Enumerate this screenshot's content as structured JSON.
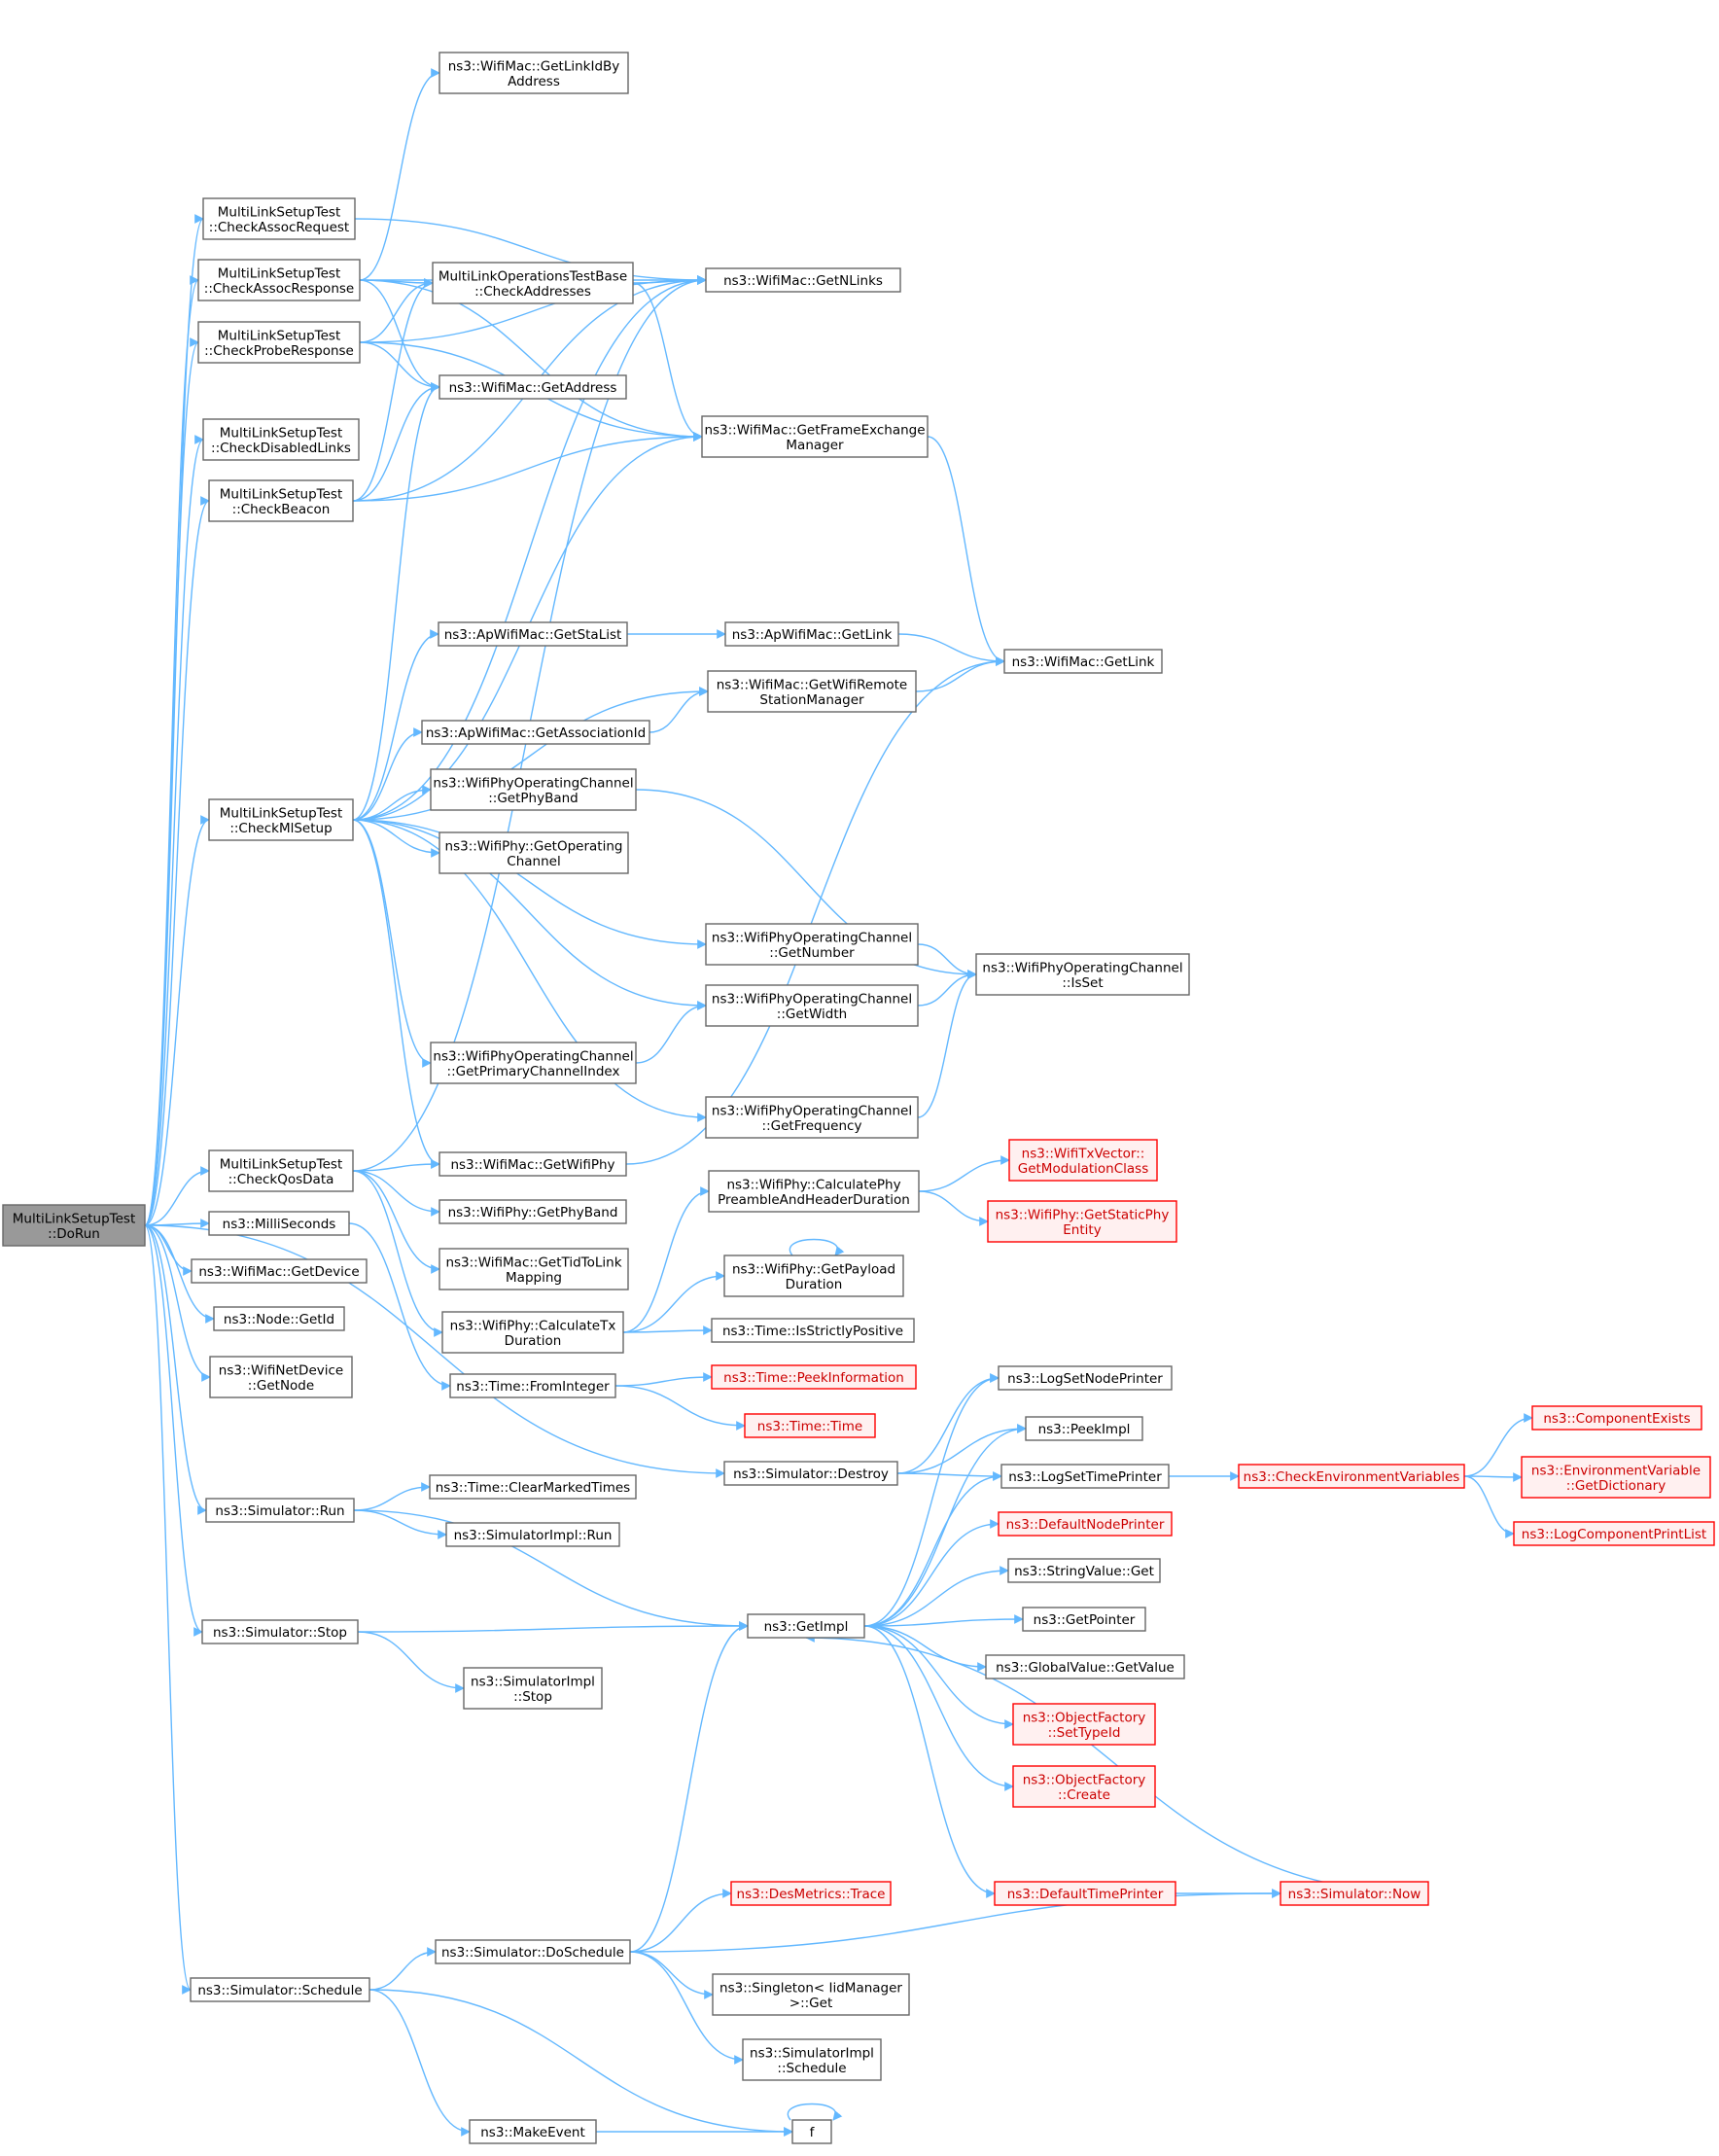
{
  "diagram": {
    "colors": {
      "edge": "#63b8ff",
      "border": "#666666",
      "root_fill": "#999999",
      "truncated_border": "#ff0000"
    },
    "nodes": [
      {
        "id": "doRun",
        "lines": [
          "MultiLinkSetupTest",
          "::DoRun"
        ],
        "style": "root"
      },
      {
        "id": "checkAssocRequest",
        "lines": [
          "MultiLinkSetupTest",
          "::CheckAssocRequest"
        ]
      },
      {
        "id": "checkAssocResponse",
        "lines": [
          "MultiLinkSetupTest",
          "::CheckAssocResponse"
        ]
      },
      {
        "id": "checkProbeResponse",
        "lines": [
          "MultiLinkSetupTest",
          "::CheckProbeResponse"
        ]
      },
      {
        "id": "checkDisabledLinks",
        "lines": [
          "MultiLinkSetupTest",
          "::CheckDisabledLinks"
        ]
      },
      {
        "id": "checkBeacon",
        "lines": [
          "MultiLinkSetupTest",
          "::CheckBeacon"
        ]
      },
      {
        "id": "checkMlSetup",
        "lines": [
          "MultiLinkSetupTest",
          "::CheckMlSetup"
        ]
      },
      {
        "id": "checkQosData",
        "lines": [
          "MultiLinkSetupTest",
          "::CheckQosData"
        ]
      },
      {
        "id": "milliSeconds",
        "lines": [
          "ns3::MilliSeconds"
        ]
      },
      {
        "id": "getDevice",
        "lines": [
          "ns3::WifiMac::GetDevice"
        ]
      },
      {
        "id": "nodeGetId",
        "lines": [
          "ns3::Node::GetId"
        ]
      },
      {
        "id": "netDevGetNode",
        "lines": [
          "ns3::WifiNetDevice",
          "::GetNode"
        ]
      },
      {
        "id": "simRun",
        "lines": [
          "ns3::Simulator::Run"
        ]
      },
      {
        "id": "simStop",
        "lines": [
          "ns3::Simulator::Stop"
        ]
      },
      {
        "id": "simSchedule",
        "lines": [
          "ns3::Simulator::Schedule"
        ]
      },
      {
        "id": "getLinkIdByAddress",
        "lines": [
          "ns3::WifiMac::GetLinkIdBy",
          "Address"
        ]
      },
      {
        "id": "checkAddresses",
        "lines": [
          "MultiLinkOperationsTestBase",
          "::CheckAddresses"
        ]
      },
      {
        "id": "getAddress",
        "lines": [
          "ns3::WifiMac::GetAddress"
        ]
      },
      {
        "id": "getStaList",
        "lines": [
          "ns3::ApWifiMac::GetStaList"
        ]
      },
      {
        "id": "getAssociationId",
        "lines": [
          "ns3::ApWifiMac::GetAssociationId"
        ]
      },
      {
        "id": "getPhyBandCh",
        "lines": [
          "ns3::WifiPhyOperatingChannel",
          "::GetPhyBand"
        ]
      },
      {
        "id": "getOperatingChannel",
        "lines": [
          "ns3::WifiPhy::GetOperating",
          "Channel"
        ]
      },
      {
        "id": "getPrimaryChannelIndex",
        "lines": [
          "ns3::WifiPhyOperatingChannel",
          "::GetPrimaryChannelIndex"
        ]
      },
      {
        "id": "getWifiPhy",
        "lines": [
          "ns3::WifiMac::GetWifiPhy"
        ]
      },
      {
        "id": "wifiPhyGetPhyBand",
        "lines": [
          "ns3::WifiPhy::GetPhyBand"
        ]
      },
      {
        "id": "getTidToLinkMapping",
        "lines": [
          "ns3::WifiMac::GetTidToLink",
          "Mapping"
        ]
      },
      {
        "id": "calculateTxDuration",
        "lines": [
          "ns3::WifiPhy::CalculateTx",
          "Duration"
        ]
      },
      {
        "id": "fromInteger",
        "lines": [
          "ns3::Time::FromInteger"
        ]
      },
      {
        "id": "clearMarkedTimes",
        "lines": [
          "ns3::Time::ClearMarkedTimes"
        ]
      },
      {
        "id": "simImplRun",
        "lines": [
          "ns3::SimulatorImpl::Run"
        ]
      },
      {
        "id": "simImplStop",
        "lines": [
          "ns3::SimulatorImpl",
          "::Stop"
        ]
      },
      {
        "id": "doSchedule",
        "lines": [
          "ns3::Simulator::DoSchedule"
        ]
      },
      {
        "id": "makeEvent",
        "lines": [
          "ns3::MakeEvent"
        ]
      },
      {
        "id": "getNLinks",
        "lines": [
          "ns3::WifiMac::GetNLinks"
        ]
      },
      {
        "id": "getFrameExchangeManager",
        "lines": [
          "ns3::WifiMac::GetFrameExchange",
          "Manager"
        ]
      },
      {
        "id": "apGetLink",
        "lines": [
          "ns3::ApWifiMac::GetLink"
        ]
      },
      {
        "id": "getWifiRemoteStationManager",
        "lines": [
          "ns3::WifiMac::GetWifiRemote",
          "StationManager"
        ]
      },
      {
        "id": "getNumber",
        "lines": [
          "ns3::WifiPhyOperatingChannel",
          "::GetNumber"
        ]
      },
      {
        "id": "getWidth",
        "lines": [
          "ns3::WifiPhyOperatingChannel",
          "::GetWidth"
        ]
      },
      {
        "id": "getFrequency",
        "lines": [
          "ns3::WifiPhyOperatingChannel",
          "::GetFrequency"
        ]
      },
      {
        "id": "calcPreamble",
        "lines": [
          "ns3::WifiPhy::CalculatePhy",
          "PreambleAndHeaderDuration"
        ]
      },
      {
        "id": "getPayloadDuration",
        "lines": [
          "ns3::WifiPhy::GetPayload",
          "Duration"
        ]
      },
      {
        "id": "isStrictlyPositive",
        "lines": [
          "ns3::Time::IsStrictlyPositive"
        ]
      },
      {
        "id": "peekInformation",
        "lines": [
          "ns3::Time::PeekInformation"
        ],
        "style": "truncated"
      },
      {
        "id": "timeTime",
        "lines": [
          "ns3::Time::Time"
        ],
        "style": "truncated"
      },
      {
        "id": "simDestroy",
        "lines": [
          "ns3::Simulator::Destroy"
        ]
      },
      {
        "id": "getImpl",
        "lines": [
          "ns3::GetImpl"
        ]
      },
      {
        "id": "desMetricsTrace",
        "lines": [
          "ns3::DesMetrics::Trace"
        ],
        "style": "truncated"
      },
      {
        "id": "singletonGet",
        "lines": [
          "ns3::Singleton< IidManager",
          ">::Get"
        ]
      },
      {
        "id": "simImplSchedule",
        "lines": [
          "ns3::SimulatorImpl",
          "::Schedule"
        ]
      },
      {
        "id": "f",
        "lines": [
          "f"
        ]
      },
      {
        "id": "wifiMacGetLink",
        "lines": [
          "ns3::WifiMac::GetLink"
        ]
      },
      {
        "id": "isSet",
        "lines": [
          "ns3::WifiPhyOperatingChannel",
          "::IsSet"
        ]
      },
      {
        "id": "getModulationClass",
        "lines": [
          "ns3::WifiTxVector::",
          "GetModulationClass"
        ],
        "style": "truncated"
      },
      {
        "id": "getStaticPhyEntity",
        "lines": [
          "ns3::WifiPhy::GetStaticPhy",
          "Entity"
        ],
        "style": "truncated"
      },
      {
        "id": "logSetNodePrinter",
        "lines": [
          "ns3::LogSetNodePrinter"
        ]
      },
      {
        "id": "peekImpl",
        "lines": [
          "ns3::PeekImpl"
        ]
      },
      {
        "id": "logSetTimePrinter",
        "lines": [
          "ns3::LogSetTimePrinter"
        ]
      },
      {
        "id": "defaultNodePrinter",
        "lines": [
          "ns3::DefaultNodePrinter"
        ],
        "style": "truncated"
      },
      {
        "id": "stringValueGet",
        "lines": [
          "ns3::StringValue::Get"
        ]
      },
      {
        "id": "getPointer",
        "lines": [
          "ns3::GetPointer"
        ]
      },
      {
        "id": "globalValueGetValue",
        "lines": [
          "ns3::GlobalValue::GetValue"
        ]
      },
      {
        "id": "objectFactorySetTypeId",
        "lines": [
          "ns3::ObjectFactory",
          "::SetTypeId"
        ],
        "style": "truncated"
      },
      {
        "id": "objectFactoryCreate",
        "lines": [
          "ns3::ObjectFactory",
          "::Create"
        ],
        "style": "truncated"
      },
      {
        "id": "defaultTimePrinter",
        "lines": [
          "ns3::DefaultTimePrinter"
        ],
        "style": "truncated"
      },
      {
        "id": "simNow",
        "lines": [
          "ns3::Simulator::Now"
        ],
        "style": "truncated"
      },
      {
        "id": "checkEnvVars",
        "lines": [
          "ns3::CheckEnvironmentVariables"
        ],
        "style": "truncated"
      },
      {
        "id": "componentExists",
        "lines": [
          "ns3::ComponentExists"
        ],
        "style": "truncated"
      },
      {
        "id": "envVarGetDictionary",
        "lines": [
          "ns3::EnvironmentVariable",
          "::GetDictionary"
        ],
        "style": "truncated"
      },
      {
        "id": "logComponentPrintList",
        "lines": [
          "ns3::LogComponentPrintList"
        ],
        "style": "truncated"
      }
    ],
    "edges": [
      [
        "doRun",
        "checkAssocRequest"
      ],
      [
        "doRun",
        "checkAssocResponse"
      ],
      [
        "doRun",
        "checkProbeResponse"
      ],
      [
        "doRun",
        "checkDisabledLinks"
      ],
      [
        "doRun",
        "checkBeacon"
      ],
      [
        "doRun",
        "checkMlSetup"
      ],
      [
        "doRun",
        "checkQosData"
      ],
      [
        "doRun",
        "milliSeconds"
      ],
      [
        "doRun",
        "getDevice"
      ],
      [
        "doRun",
        "nodeGetId"
      ],
      [
        "doRun",
        "netDevGetNode"
      ],
      [
        "doRun",
        "simDestroy"
      ],
      [
        "doRun",
        "simRun"
      ],
      [
        "doRun",
        "simStop"
      ],
      [
        "doRun",
        "simSchedule"
      ],
      [
        "checkAssocRequest",
        "getNLinks"
      ],
      [
        "checkAssocResponse",
        "getLinkIdByAddress"
      ],
      [
        "checkAssocResponse",
        "checkAddresses"
      ],
      [
        "checkAssocResponse",
        "getAddress"
      ],
      [
        "checkAssocResponse",
        "getNLinks"
      ],
      [
        "checkAssocResponse",
        "getFrameExchangeManager"
      ],
      [
        "checkProbeResponse",
        "checkAddresses"
      ],
      [
        "checkProbeResponse",
        "getAddress"
      ],
      [
        "checkProbeResponse",
        "getNLinks"
      ],
      [
        "checkProbeResponse",
        "getFrameExchangeManager"
      ],
      [
        "checkBeacon",
        "checkAddresses"
      ],
      [
        "checkBeacon",
        "getAddress"
      ],
      [
        "checkBeacon",
        "getNLinks"
      ],
      [
        "checkBeacon",
        "getFrameExchangeManager"
      ],
      [
        "checkAddresses",
        "getNLinks"
      ],
      [
        "checkAddresses",
        "getFrameExchangeManager"
      ],
      [
        "checkMlSetup",
        "getAddress"
      ],
      [
        "checkMlSetup",
        "getNLinks"
      ],
      [
        "checkMlSetup",
        "getFrameExchangeManager"
      ],
      [
        "checkMlSetup",
        "getStaList"
      ],
      [
        "checkMlSetup",
        "getWifiRemoteStationManager"
      ],
      [
        "checkMlSetup",
        "getAssociationId"
      ],
      [
        "checkMlSetup",
        "getPhyBandCh"
      ],
      [
        "checkMlSetup",
        "getOperatingChannel"
      ],
      [
        "checkMlSetup",
        "getNumber"
      ],
      [
        "checkMlSetup",
        "getWidth"
      ],
      [
        "checkMlSetup",
        "getPrimaryChannelIndex"
      ],
      [
        "checkMlSetup",
        "getFrequency"
      ],
      [
        "checkMlSetup",
        "getWifiPhy"
      ],
      [
        "getFrameExchangeManager",
        "wifiMacGetLink"
      ],
      [
        "getStaList",
        "apGetLink"
      ],
      [
        "apGetLink",
        "wifiMacGetLink"
      ],
      [
        "getWifiRemoteStationManager",
        "wifiMacGetLink"
      ],
      [
        "getAssociationId",
        "getWifiRemoteStationManager"
      ],
      [
        "getPhyBandCh",
        "isSet"
      ],
      [
        "getNumber",
        "isSet"
      ],
      [
        "getWidth",
        "isSet"
      ],
      [
        "getFrequency",
        "isSet"
      ],
      [
        "getPrimaryChannelIndex",
        "getWidth"
      ],
      [
        "checkQosData",
        "getNLinks"
      ],
      [
        "checkQosData",
        "getWifiPhy"
      ],
      [
        "checkQosData",
        "wifiPhyGetPhyBand"
      ],
      [
        "checkQosData",
        "getTidToLinkMapping"
      ],
      [
        "checkQosData",
        "calculateTxDuration"
      ],
      [
        "getWifiPhy",
        "wifiMacGetLink"
      ],
      [
        "calculateTxDuration",
        "calcPreamble"
      ],
      [
        "calculateTxDuration",
        "getPayloadDuration"
      ],
      [
        "calculateTxDuration",
        "isStrictlyPositive"
      ],
      [
        "calcPreamble",
        "getModulationClass"
      ],
      [
        "calcPreamble",
        "getStaticPhyEntity"
      ],
      [
        "getPayloadDuration",
        "getPayloadDuration"
      ],
      [
        "milliSeconds",
        "fromInteger"
      ],
      [
        "fromInteger",
        "peekInformation"
      ],
      [
        "fromInteger",
        "timeTime"
      ],
      [
        "simDestroy",
        "logSetNodePrinter"
      ],
      [
        "simDestroy",
        "peekImpl"
      ],
      [
        "simDestroy",
        "logSetTimePrinter"
      ],
      [
        "simRun",
        "clearMarkedTimes"
      ],
      [
        "simRun",
        "simImplRun"
      ],
      [
        "simRun",
        "getImpl"
      ],
      [
        "simStop",
        "getImpl"
      ],
      [
        "simStop",
        "simImplStop"
      ],
      [
        "simSchedule",
        "doSchedule"
      ],
      [
        "simSchedule",
        "makeEvent"
      ],
      [
        "simSchedule",
        "f"
      ],
      [
        "doSchedule",
        "getImpl"
      ],
      [
        "doSchedule",
        "desMetricsTrace"
      ],
      [
        "doSchedule",
        "simNow"
      ],
      [
        "doSchedule",
        "singletonGet"
      ],
      [
        "doSchedule",
        "simImplSchedule"
      ],
      [
        "makeEvent",
        "f"
      ],
      [
        "f",
        "f"
      ],
      [
        "getImpl",
        "logSetNodePrinter"
      ],
      [
        "getImpl",
        "peekImpl"
      ],
      [
        "getImpl",
        "logSetTimePrinter"
      ],
      [
        "getImpl",
        "defaultNodePrinter"
      ],
      [
        "getImpl",
        "stringValueGet"
      ],
      [
        "getImpl",
        "getPointer"
      ],
      [
        "getImpl",
        "globalValueGetValue"
      ],
      [
        "getImpl",
        "objectFactorySetTypeId"
      ],
      [
        "getImpl",
        "objectFactoryCreate"
      ],
      [
        "getImpl",
        "defaultTimePrinter"
      ],
      [
        "defaultTimePrinter",
        "simNow"
      ],
      [
        "simNow",
        "getImpl"
      ],
      [
        "logSetTimePrinter",
        "checkEnvVars"
      ],
      [
        "checkEnvVars",
        "componentExists"
      ],
      [
        "checkEnvVars",
        "envVarGetDictionary"
      ],
      [
        "checkEnvVars",
        "logComponentPrintList"
      ]
    ]
  }
}
